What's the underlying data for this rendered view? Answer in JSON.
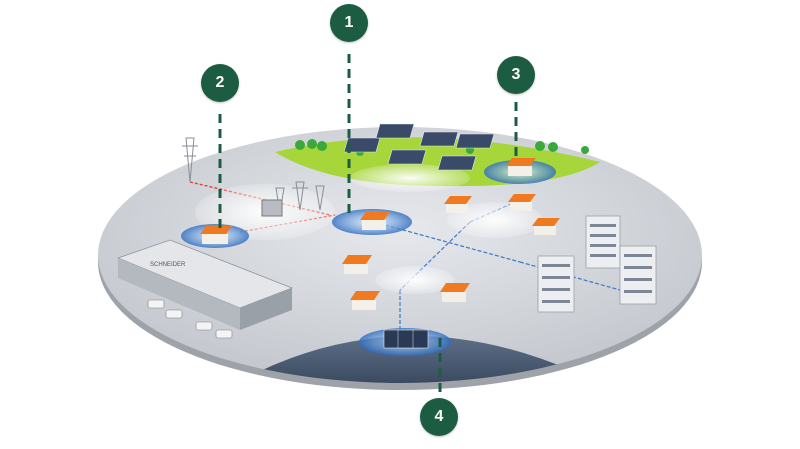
{
  "markers": [
    {
      "label": "1"
    },
    {
      "label": "2"
    },
    {
      "label": "3"
    },
    {
      "label": "4"
    }
  ],
  "building_sign": "SCHNEIDER",
  "colors": {
    "marker": "#1c5c42",
    "platform": "#d2d5da",
    "platform_edge": "#aeb2b8",
    "grass": "#a6d63a",
    "zone_blue": "#3a79c9",
    "roof_orange": "#ef7a20",
    "power_line_red": "#e0403a",
    "storage_zone": "#4a5d78"
  },
  "icons": [
    "solar-panel-icon",
    "transmission-tower-icon",
    "house-icon",
    "apartment-building-icon",
    "factory-icon",
    "car-icon",
    "tree-icon",
    "battery-storage-icon"
  ]
}
